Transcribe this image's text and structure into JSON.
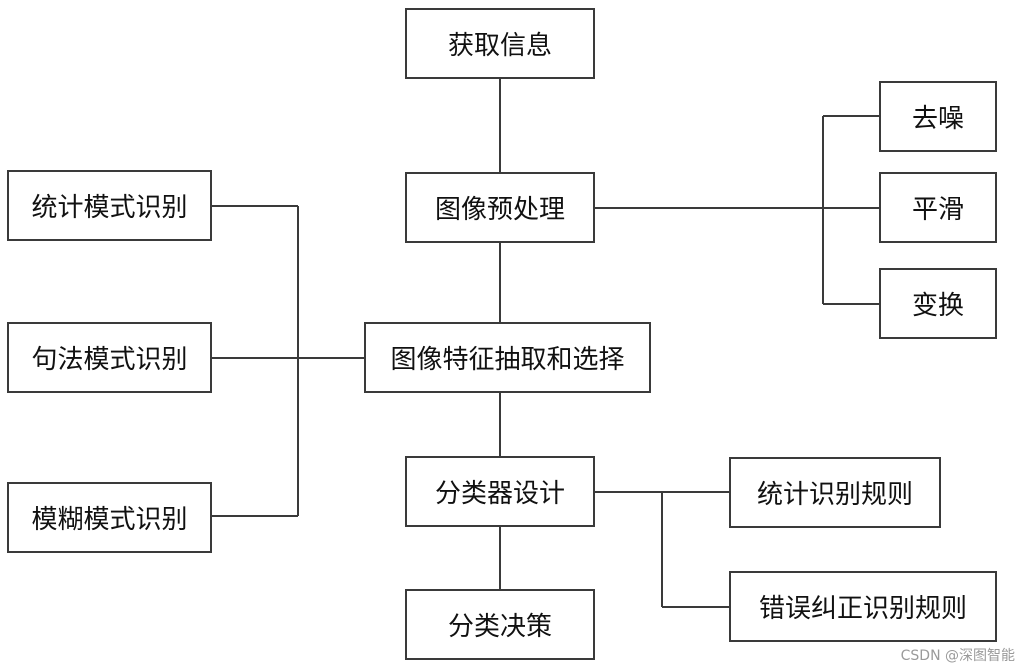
{
  "nodes": {
    "acquire": "获取信息",
    "preprocess": "图像预处理",
    "denoise": "去噪",
    "smooth": "平滑",
    "transform": "变换",
    "statistical": "统计模式识别",
    "syntactic": "句法模式识别",
    "fuzzy": "模糊模式识别",
    "feature": "图像特征抽取和选择",
    "classifier": "分类器设计",
    "stat_rule": "统计识别规则",
    "error_rule": "错误纠正识别规则",
    "decision": "分类决策"
  },
  "watermark": "CSDN @深图智能",
  "colors": {
    "line": "#3a3a3a",
    "box_border": "#3a3a3a",
    "text": "#111111",
    "watermark": "#9a9a9a"
  }
}
